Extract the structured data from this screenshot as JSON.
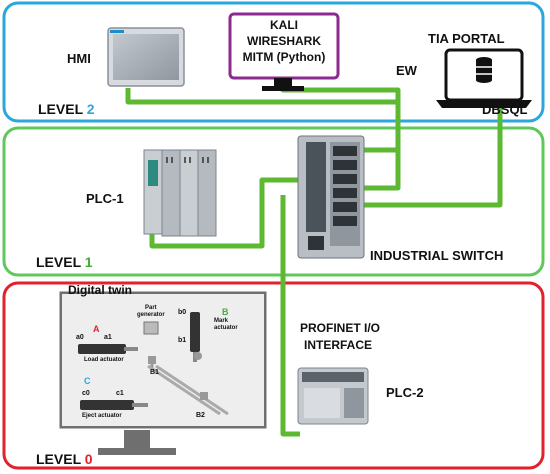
{
  "levels": {
    "level2": {
      "word": "LEVEL",
      "num": "2",
      "border_color": "#2aa7de",
      "num_color": "#2aa7de"
    },
    "level1": {
      "word": "LEVEL",
      "num": "1",
      "border_color": "#5fc85a",
      "num_color": "#3fae3a"
    },
    "level0": {
      "word": "LEVEL",
      "num": "0",
      "border_color": "#e0222b",
      "num_color": "#e0222b"
    }
  },
  "devices": {
    "hmi": {
      "label": "HMI"
    },
    "kali": {
      "line1": "KALI",
      "line2": "WIRESHARK",
      "line3": "MITM (Python)"
    },
    "tia": {
      "label": "TIA PORTAL",
      "ew_label": "EW",
      "db_label": "DBSQL"
    },
    "plc1": {
      "label": "PLC-1"
    },
    "switch": {
      "label": "INDUSTRIAL SWITCH"
    },
    "profinet": {
      "line1": "PROFINET I/O",
      "line2": "INTERFACE"
    },
    "plc2": {
      "label": "PLC-2"
    }
  },
  "digital_twin": {
    "title": "Digital twin",
    "letter_a": "A",
    "letter_b": "B",
    "letter_c": "C",
    "a0": "a0",
    "a1": "a1",
    "b0": "b0",
    "b1": "b1",
    "c0": "c0",
    "c1": "c1",
    "load_actuator": "Load actuator",
    "part_generator_1": "Part",
    "part_generator_2": "generator",
    "mark_actuator_1": "Mark",
    "mark_actuator_2": "actuator",
    "eject_actuator": "Eject actuator",
    "sensor_b1": "B1",
    "sensor_b2": "B2"
  },
  "colors": {
    "cable": "#5db832",
    "monitor_border": "#8c2a8f"
  }
}
